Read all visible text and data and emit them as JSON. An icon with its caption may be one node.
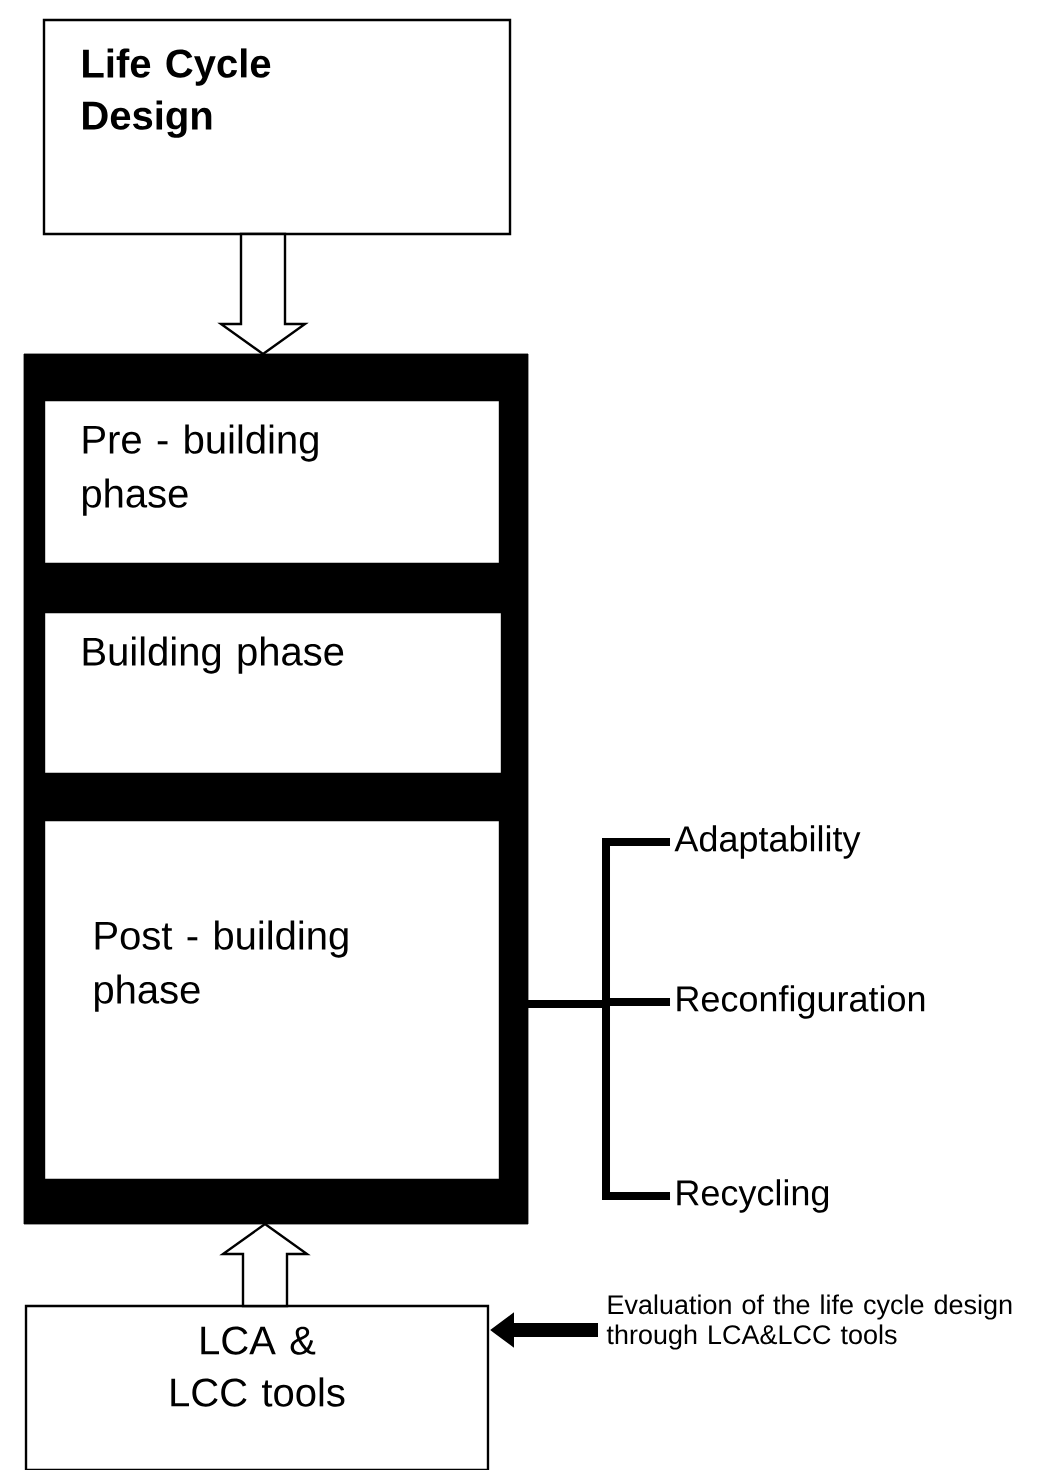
{
  "diagram": {
    "nodes": [
      {
        "text": [
          "Life Cycle Design"
        ]
      },
      {
        "text": [],
        "shape": "box"
      },
      {
        "text": [
          "Pre - building phase"
        ],
        "in": 1
      },
      {
        "text": [
          "Building phase"
        ],
        "in": 1
      },
      {
        "text": [
          "Post - building phase"
        ],
        "in": 1
      },
      {
        "text": [
          "Adaptability"
        ]
      },
      {
        "text": [
          "Reconfiguration"
        ]
      },
      {
        "text": [
          "Recycling"
        ]
      },
      {
        "text": [
          "LCA & LCC tools"
        ]
      },
      {
        "text": [
          "Evaluation of the life cycle design through LCA&LCC tools"
        ]
      }
    ],
    "edges": [
      {
        "from": 0,
        "to": 1,
        "arrow": "to"
      },
      {
        "from": 8,
        "to": 1,
        "arrow": "to"
      },
      {
        "from": 4,
        "to": 5,
        "arrow": "none"
      },
      {
        "from": 4,
        "to": 6,
        "arrow": "none"
      },
      {
        "from": 4,
        "to": 7,
        "arrow": "none"
      },
      {
        "from": 9,
        "to": 8,
        "arrow": "to"
      }
    ]
  }
}
